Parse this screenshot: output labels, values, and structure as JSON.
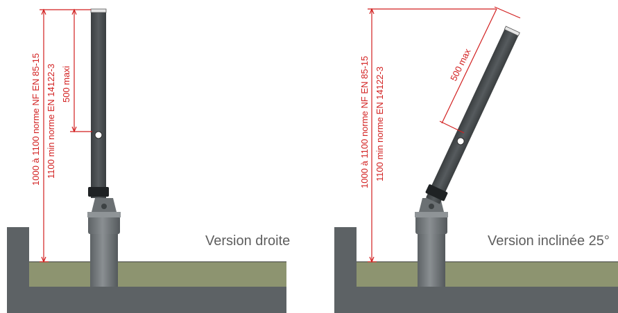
{
  "panels": [
    {
      "id": "left",
      "caption": "Version droite",
      "height_label_line1": "1000 à 1100 norme NF EN 85-15",
      "height_label_line2": "1100 min norme EN 14122-3",
      "offset_label": "500 maxi"
    },
    {
      "id": "right",
      "caption": "Version inclinée 25°",
      "height_label_line1": "1000 à 1100 norme NF EN 85-15",
      "height_label_line2": "1100 min norme EN 14122-3",
      "offset_label": "500 max",
      "incline_angle_deg": 25
    }
  ],
  "colors": {
    "dimension": "#d21f1f",
    "post": "#4a4f52",
    "concrete": "#5d6265",
    "infill": "#8d9470",
    "caption": "#5e5e5e"
  }
}
